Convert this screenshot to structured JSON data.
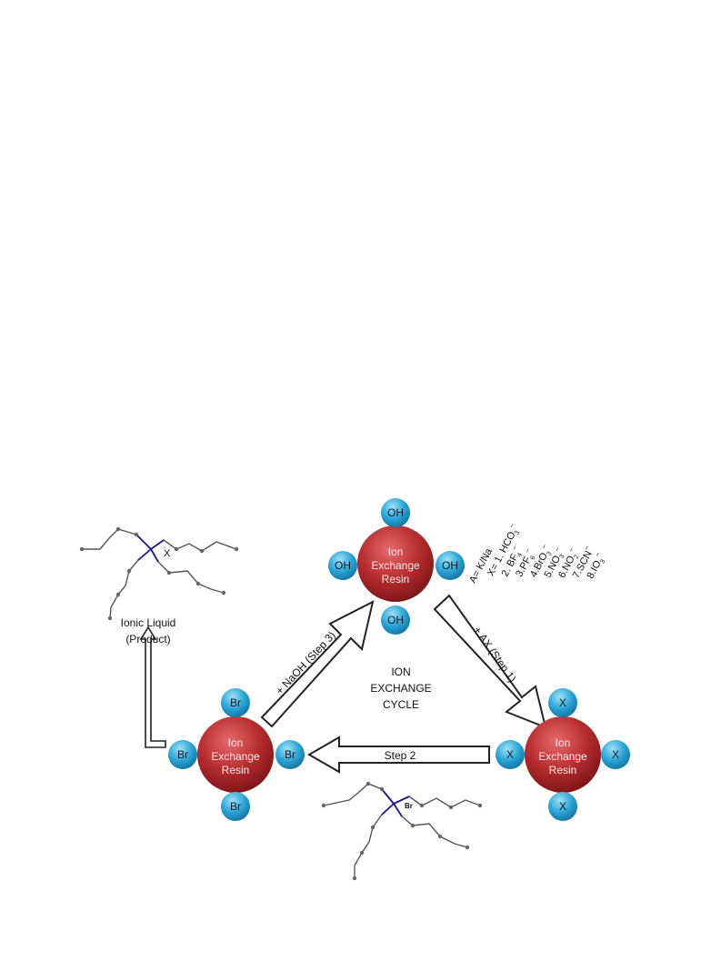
{
  "colors": {
    "resin_fill": "#b72d2f",
    "ion_fill": "#2aa4d6",
    "background": "#ffffff"
  },
  "resins": {
    "top": {
      "label_line1": "Ion",
      "label_line2": "Exchange",
      "label_line3": "Resin",
      "ions": [
        "OH",
        "OH",
        "OH",
        "OH"
      ]
    },
    "left": {
      "label_line1": "Ion",
      "label_line2": "Exchange",
      "label_line3": "Resin",
      "ions": [
        "Br",
        "Br",
        "Br",
        "Br"
      ]
    },
    "right": {
      "label_line1": "Ion",
      "label_line2": "Exchange",
      "label_line3": "Resin",
      "ions": [
        "X",
        "X",
        "X",
        "X"
      ]
    }
  },
  "cycle_label": {
    "line1": "ION",
    "line2": "EXCHANGE",
    "line3": "CYCLE"
  },
  "arrows": {
    "step3": "+ NaOH  (Step 3)",
    "step1": "+ AX  (Step 1)",
    "step2": "Step 2"
  },
  "anion_list": {
    "a_line": "A= K/Na",
    "items": [
      {
        "prefix": "X= 1. ",
        "base": "HCO",
        "sub": "3",
        "sup": "−"
      },
      {
        "prefix": "2. ",
        "base": "BF",
        "sub": "4",
        "sup": "−"
      },
      {
        "prefix": "3.",
        "base": "PF",
        "sub": "6",
        "sup": "−"
      },
      {
        "prefix": "4.",
        "base": "BrO",
        "sub": "3",
        "sup": "−"
      },
      {
        "prefix": "5.",
        "base": "NO",
        "sub": "3",
        "sup": "−"
      },
      {
        "prefix": "6.",
        "base": "NO",
        "sub": "2",
        "sup": "−"
      },
      {
        "prefix": "7.",
        "base": "SCN",
        "sub": "",
        "sup": "−"
      },
      {
        "prefix": "8.",
        "base": "IO",
        "sub": "3",
        "sup": "−"
      }
    ]
  },
  "product": {
    "line1": "Ionic Liquid",
    "line2": "(Product)",
    "anion": "X"
  },
  "reactant": {
    "anion": "Br"
  }
}
